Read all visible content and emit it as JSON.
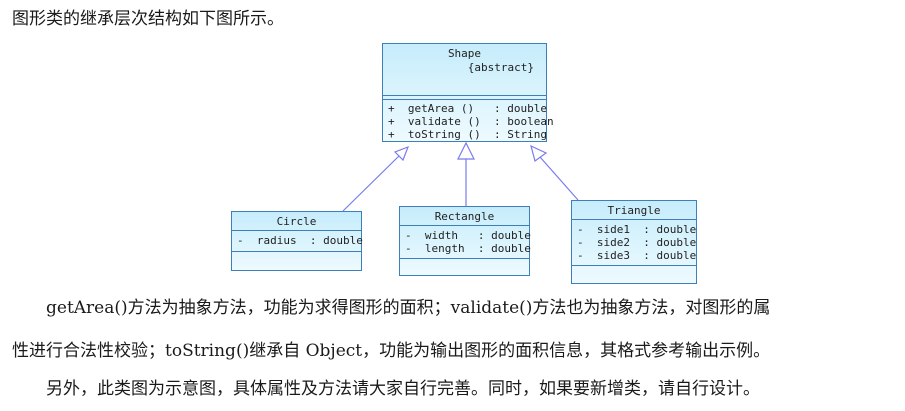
{
  "text": {
    "intro": "图形类的继承层次结构如下图所示。",
    "para1_line1": "getArea()方法为抽象方法，功能为求得图形的面积；validate()方法也为抽象方法，对图形的属",
    "para1_line2": "性进行合法性校验；toString()继承自 Object，功能为输出图形的面积信息，其格式参考输出示例。",
    "para2": "另外，此类图为示意图，具体属性及方法请大家自行完善。同时，如果要新增类，请自行设计。"
  },
  "diagram": {
    "shape": {
      "name": "Shape",
      "stereotype": "{abstract}",
      "methods": [
        "+  getArea ()   : double",
        "+  validate ()  : boolean",
        "+  toString ()  : String"
      ]
    },
    "circle": {
      "name": "Circle",
      "attributes": [
        "-  radius  : double"
      ]
    },
    "rectangle": {
      "name": "Rectangle",
      "attributes": [
        "-  width   : double",
        "-  length  : double"
      ]
    },
    "triangle": {
      "name": "Triangle",
      "attributes": [
        "-  side1  : double",
        "-  side2  : double",
        "-  side3  : double"
      ]
    },
    "edge_color": "#7b7bef",
    "box_border_color": "#3d7fb8",
    "box_fill_color": "#d8f3fd"
  }
}
